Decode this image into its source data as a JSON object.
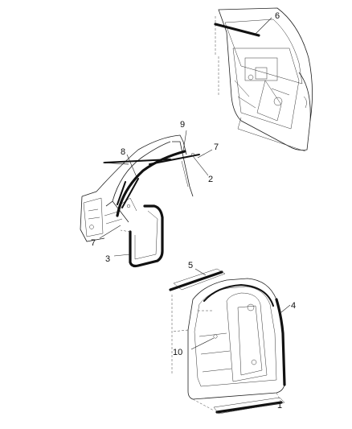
{
  "diagram": {
    "callouts": [
      {
        "id": "callout-1",
        "text": "1"
      },
      {
        "id": "callout-2",
        "text": "2"
      },
      {
        "id": "callout-3",
        "text": "3"
      },
      {
        "id": "callout-4",
        "text": "4"
      },
      {
        "id": "callout-5",
        "text": "5"
      },
      {
        "id": "callout-6",
        "text": "6"
      },
      {
        "id": "callout-7-top",
        "text": "7"
      },
      {
        "id": "callout-7-left",
        "text": "7"
      },
      {
        "id": "callout-8",
        "text": "8"
      },
      {
        "id": "callout-9",
        "text": "9"
      },
      {
        "id": "callout-10",
        "text": "10"
      }
    ]
  }
}
